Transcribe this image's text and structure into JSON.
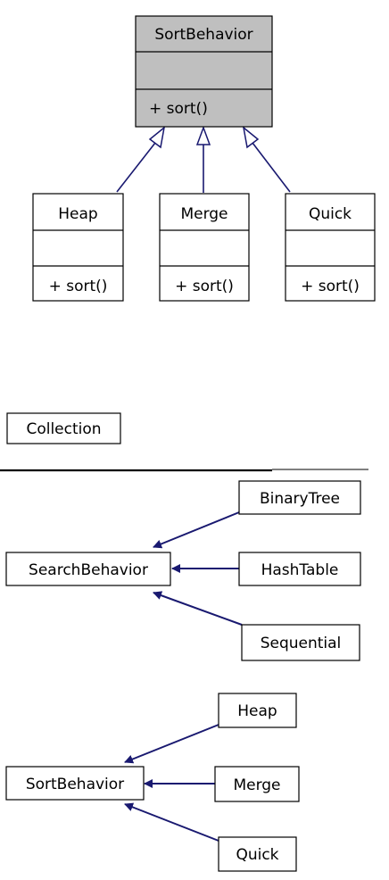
{
  "uml": {
    "parent": {
      "name": "SortBehavior",
      "method": "+ sort()"
    },
    "children": [
      {
        "name": "Heap",
        "method": "+ sort()"
      },
      {
        "name": "Merge",
        "method": "+ sort()"
      },
      {
        "name": "Quick",
        "method": "+ sort()"
      }
    ]
  },
  "collection": {
    "name": "Collection"
  },
  "search_graph": {
    "parent": "SearchBehavior",
    "children": [
      "BinaryTree",
      "HashTable",
      "Sequential"
    ]
  },
  "sort_graph": {
    "parent": "SortBehavior",
    "children": [
      "Heap",
      "Merge",
      "Quick"
    ]
  },
  "colors": {
    "header_fill": "#bfbfbf",
    "box_stroke": "#000000",
    "arrow": "#191970"
  }
}
